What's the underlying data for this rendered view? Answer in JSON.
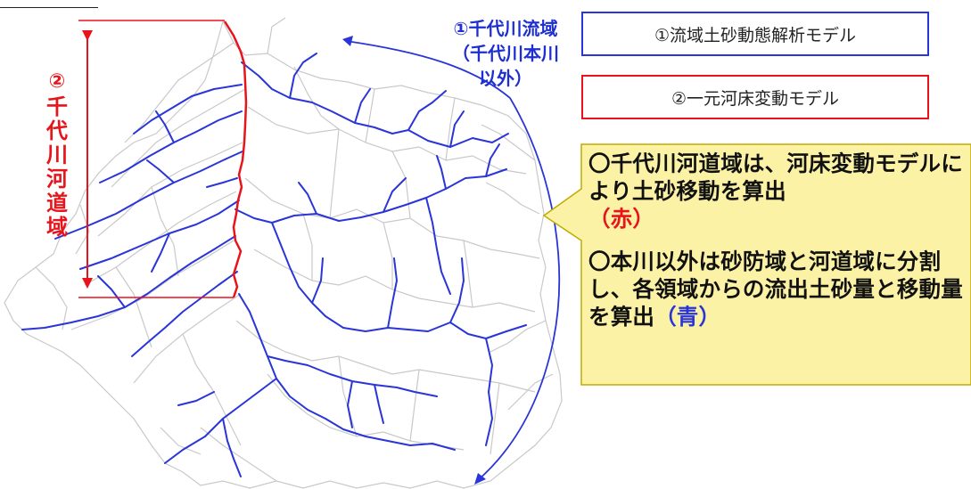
{
  "map": {
    "side_label": {
      "number": "②",
      "text": "千代川河道域"
    },
    "blue_label": {
      "line1": "①千代川流域",
      "line2": "（千代川本川",
      "line3": "以外）"
    },
    "colors": {
      "main_river": "#e8141b",
      "tributaries": "#2a35d8",
      "basin_lines": "#c9c9c9",
      "callout_fill": "#fbf2a6",
      "callout_border": "#c4a900"
    }
  },
  "legend": {
    "item1": "①流域土砂動態解析モデル",
    "item2": "②一元河床変動モデル"
  },
  "callout": {
    "p1_text": "〇千代川河道域は、河床変動モデルにより土砂移動を算出",
    "p1_color_note": "（赤）",
    "p2_text": "〇本川以外は砂防域と河道域に分割し、各領域からの流出土砂量と移動量を算出",
    "p2_color_note": "（青）"
  }
}
